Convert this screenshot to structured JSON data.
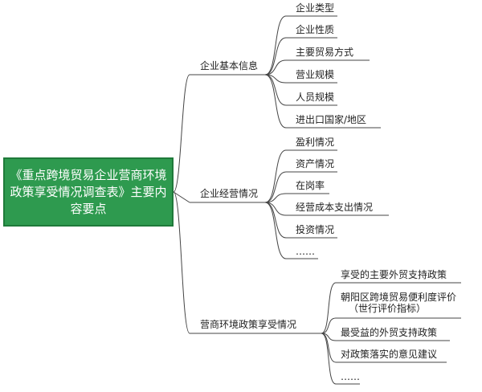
{
  "root": {
    "text": "《重点跨境贸易企业营商环境政策享受情况调查表》主要内容要点"
  },
  "branches": [
    {
      "label": "企业基本信息",
      "items": [
        "企业类型",
        "企业性质",
        "主要贸易方式",
        "营业规模",
        "人员规模",
        "进出口国家/地区"
      ]
    },
    {
      "label": "企业经营情况",
      "items": [
        "盈利情况",
        "资产情况",
        "在岗率",
        "经营成本支出情况",
        "投资情况",
        "……"
      ]
    },
    {
      "label": "营商环境政策享受情况",
      "items": [
        "享受的主要外贸支持政策",
        "朝阳区跨境贸易便利度评价",
        "（世行评价指标）",
        "最受益的外贸支持政策",
        "对政策落实的意见建议",
        "……"
      ]
    }
  ],
  "colors": {
    "root_fill": "#2e9a4f",
    "root_border": "#1f7a3a",
    "line": "#444444"
  }
}
